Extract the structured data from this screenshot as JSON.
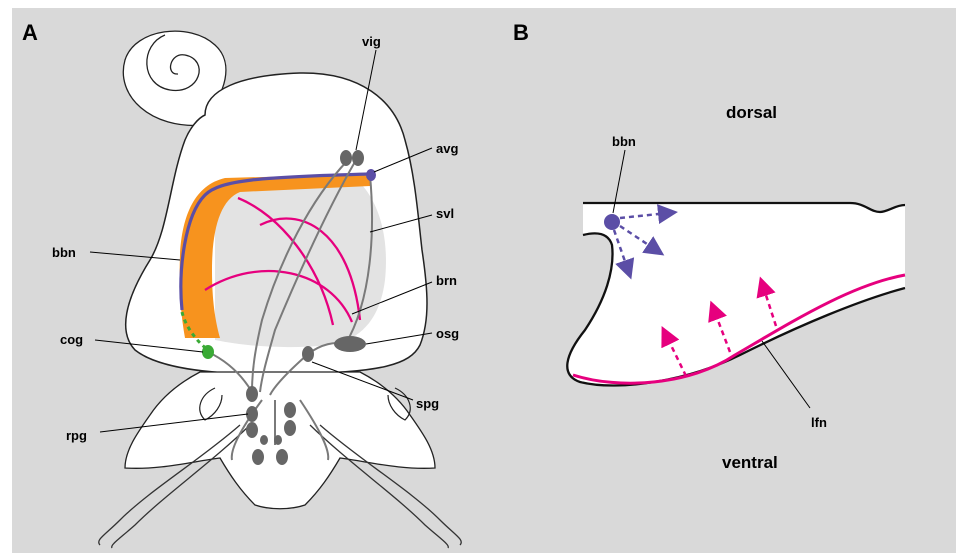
{
  "panels": {
    "a": {
      "letter": "A"
    },
    "b": {
      "letter": "B"
    }
  },
  "labels_a": {
    "vig": "vig",
    "avg": "avg",
    "svl": "svl",
    "bbn": "bbn",
    "brn": "brn",
    "cog": "cog",
    "osg": "osg",
    "spg": "spg",
    "rpg": "rpg"
  },
  "labels_b": {
    "dorsal": "dorsal",
    "ventral": "ventral",
    "bbn": "bbn",
    "lfn": "lfn"
  },
  "colors": {
    "background": "#d9d9d9",
    "orange": "#f7931e",
    "purple": "#5b4ea6",
    "magenta": "#e6007e",
    "green": "#3aaa35",
    "ganglion": "#666666",
    "nerve": "#808080",
    "shell_body": "#ffffff"
  }
}
